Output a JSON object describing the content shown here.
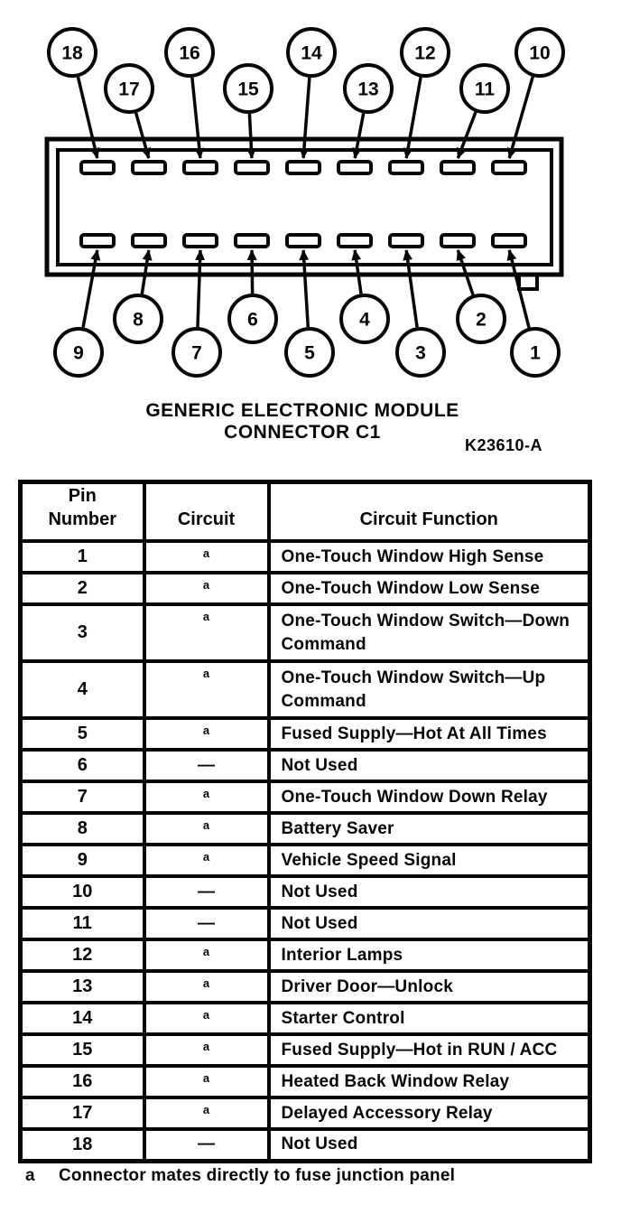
{
  "diagram": {
    "caption_line1": "GENERIC ELECTRONIC MODULE",
    "caption_line2": "CONNECTOR C1",
    "figure_id": "K23610-A",
    "top_callouts": [
      "18",
      "17",
      "16",
      "15",
      "14",
      "13",
      "12",
      "11",
      "10"
    ],
    "bottom_callouts": [
      "9",
      "8",
      "7",
      "6",
      "5",
      "4",
      "3",
      "2",
      "1"
    ],
    "ink_color": "#060606"
  },
  "table": {
    "headers": {
      "pin": "Pin\nNumber",
      "circuit": "Circuit",
      "function": "Circuit Function"
    },
    "rows": [
      {
        "pin": "1",
        "circuit": "a",
        "function": "One-Touch Window High Sense"
      },
      {
        "pin": "2",
        "circuit": "a",
        "function": "One-Touch Window Low Sense"
      },
      {
        "pin": "3",
        "circuit": "a",
        "function": "One-Touch Window Switch—Down Command"
      },
      {
        "pin": "4",
        "circuit": "a",
        "function": "One-Touch Window Switch—Up Command"
      },
      {
        "pin": "5",
        "circuit": "a",
        "function": "Fused Supply—Hot At All Times"
      },
      {
        "pin": "6",
        "circuit": "—",
        "function": "Not Used"
      },
      {
        "pin": "7",
        "circuit": "a",
        "function": "One-Touch Window Down Relay"
      },
      {
        "pin": "8",
        "circuit": "a",
        "function": "Battery Saver"
      },
      {
        "pin": "9",
        "circuit": "a",
        "function": "Vehicle Speed Signal"
      },
      {
        "pin": "10",
        "circuit": "—",
        "function": "Not Used"
      },
      {
        "pin": "11",
        "circuit": "—",
        "function": "Not Used"
      },
      {
        "pin": "12",
        "circuit": "a",
        "function": "Interior Lamps"
      },
      {
        "pin": "13",
        "circuit": "a",
        "function": "Driver Door—Unlock"
      },
      {
        "pin": "14",
        "circuit": "a",
        "function": "Starter Control"
      },
      {
        "pin": "15",
        "circuit": "a",
        "function": "Fused Supply—Hot in RUN / ACC"
      },
      {
        "pin": "16",
        "circuit": "a",
        "function": "Heated Back Window Relay"
      },
      {
        "pin": "17",
        "circuit": "a",
        "function": "Delayed Accessory Relay"
      },
      {
        "pin": "18",
        "circuit": "—",
        "function": "Not Used"
      }
    ]
  },
  "footnote": {
    "marker": "a",
    "text": "Connector mates directly to fuse junction panel"
  }
}
